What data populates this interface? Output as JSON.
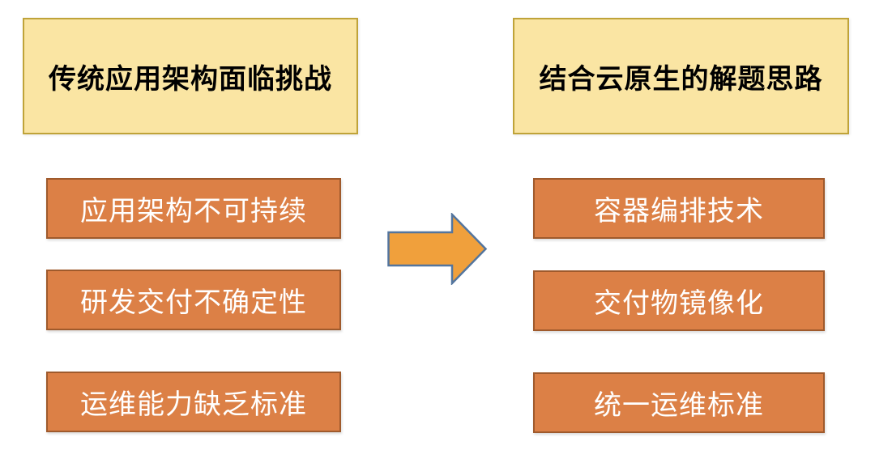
{
  "diagram": {
    "left_column": {
      "header": "传统应用架构面临挑战",
      "items": [
        "应用架构不可持续",
        "研发交付不确定性",
        "运维能力缺乏标准"
      ]
    },
    "right_column": {
      "header": "结合云原生的解题思路",
      "items": [
        "容器编排技术",
        "交付物镜像化",
        "统一运维标准"
      ]
    },
    "colors": {
      "background": "#ffffff",
      "header_fill": "#fae5a3",
      "header_border": "#bfa339",
      "header_text": "#000000",
      "item_fill": "#dc8046",
      "item_border": "#9f5a2c",
      "item_text": "#ffffff",
      "arrow_fill": "#f0a03c",
      "arrow_border": "#53759e"
    }
  }
}
